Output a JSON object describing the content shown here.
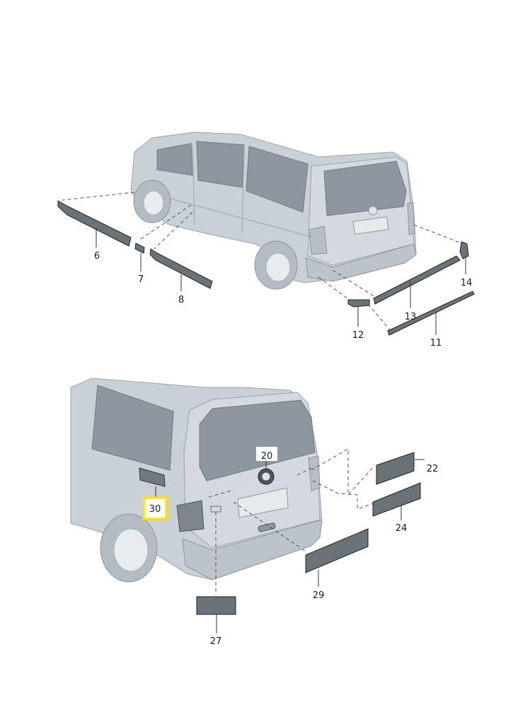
{
  "diagram": {
    "top_labels": [
      "6",
      "7",
      "8",
      "11",
      "12",
      "13",
      "14"
    ],
    "bottom_labels": [
      "20",
      "22",
      "24",
      "27",
      "29",
      "30"
    ],
    "highlighted_label": "30",
    "highlight_color": "#ffe000",
    "parts_color": "#6b7378",
    "vehicle_color": "#c9d0d6",
    "glass_color": "#8e979f"
  }
}
